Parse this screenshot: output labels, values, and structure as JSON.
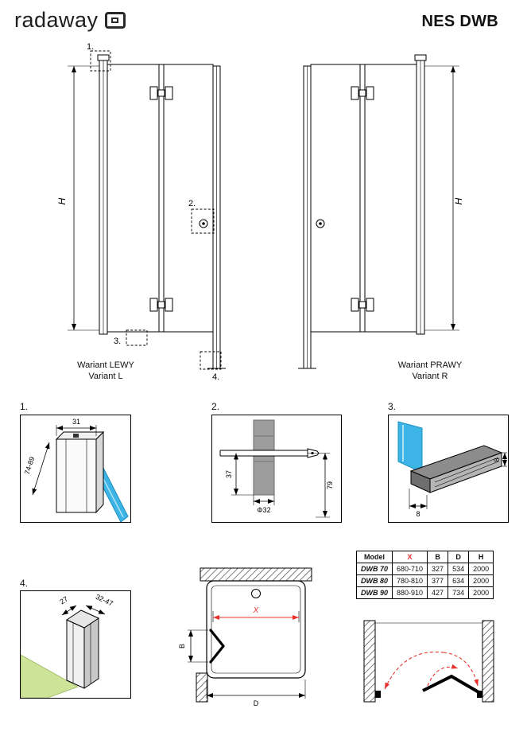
{
  "header": {
    "logo": "radaway",
    "title": "NES DWB"
  },
  "elevation": {
    "h_label": "H",
    "callouts": {
      "c1": "1.",
      "c2": "2.",
      "c3": "3.",
      "c4": "4."
    },
    "left": {
      "title_pl": "Wariant LEWY",
      "title_en": "Variant L"
    },
    "right": {
      "title_pl": "Wariant PRAWY",
      "title_en": "Variant R"
    }
  },
  "details": {
    "d1": {
      "label": "1.",
      "dim_width": "31",
      "dim_depth": "74-89"
    },
    "d2": {
      "label": "2.",
      "dim_offset": "37",
      "dim_diameter": "Φ32",
      "dim_length": "79"
    },
    "d3": {
      "label": "3.",
      "dim_a": "8",
      "dim_b": "8"
    },
    "d4": {
      "label": "4.",
      "dim_a": "27",
      "dim_b": "32-47"
    }
  },
  "plan": {
    "x_label": "X",
    "b_label": "B",
    "d_label": "D"
  },
  "table": {
    "headers": [
      "Model",
      "X",
      "B",
      "D",
      "H"
    ],
    "rows": [
      [
        "DWB 70",
        "680-710",
        "327",
        "534",
        "2000"
      ],
      [
        "DWB 80",
        "780-810",
        "377",
        "634",
        "2000"
      ],
      [
        "DWB 90",
        "880-910",
        "427",
        "734",
        "2000"
      ]
    ]
  },
  "colors": {
    "accent_red": "#e8322e",
    "glass_blue": "#3cb4e6",
    "floor_green": "#cde398"
  }
}
